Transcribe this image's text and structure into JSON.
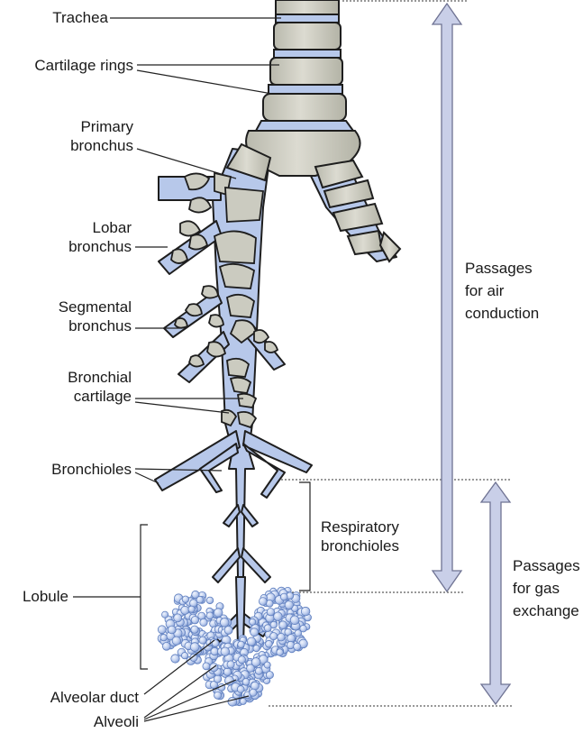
{
  "labels": {
    "trachea": "Trachea",
    "cartilage_rings": "Cartilage rings",
    "primary_bronchus": [
      "Primary",
      "bronchus"
    ],
    "lobar_bronchus": [
      "Lobar",
      "bronchus"
    ],
    "segmental_bronchus": [
      "Segmental",
      "bronchus"
    ],
    "bronchial_cartilage": [
      "Bronchial",
      "cartilage"
    ],
    "bronchioles": "Bronchioles",
    "respiratory_bronchioles": [
      "Respiratory",
      "bronchioles"
    ],
    "lobule": "Lobule",
    "alveolar_duct": "Alveolar duct",
    "alveoli": "Alveoli",
    "air_conduction": [
      "Passages",
      "for air",
      "conduction"
    ],
    "gas_exchange": [
      "Passages",
      "for gas",
      "exchange"
    ]
  },
  "colors": {
    "airway_blue": "#b7c8ea",
    "airway_outline": "#1e1e1e",
    "cartilage_gray": "#cbcbc0",
    "cartilage_light": "#dedcd2",
    "arrow_fill": "#c9cfe8",
    "arrow_stroke": "#6f7393",
    "alveoli_fill": "#c2d1f0",
    "leader": "#222222"
  }
}
